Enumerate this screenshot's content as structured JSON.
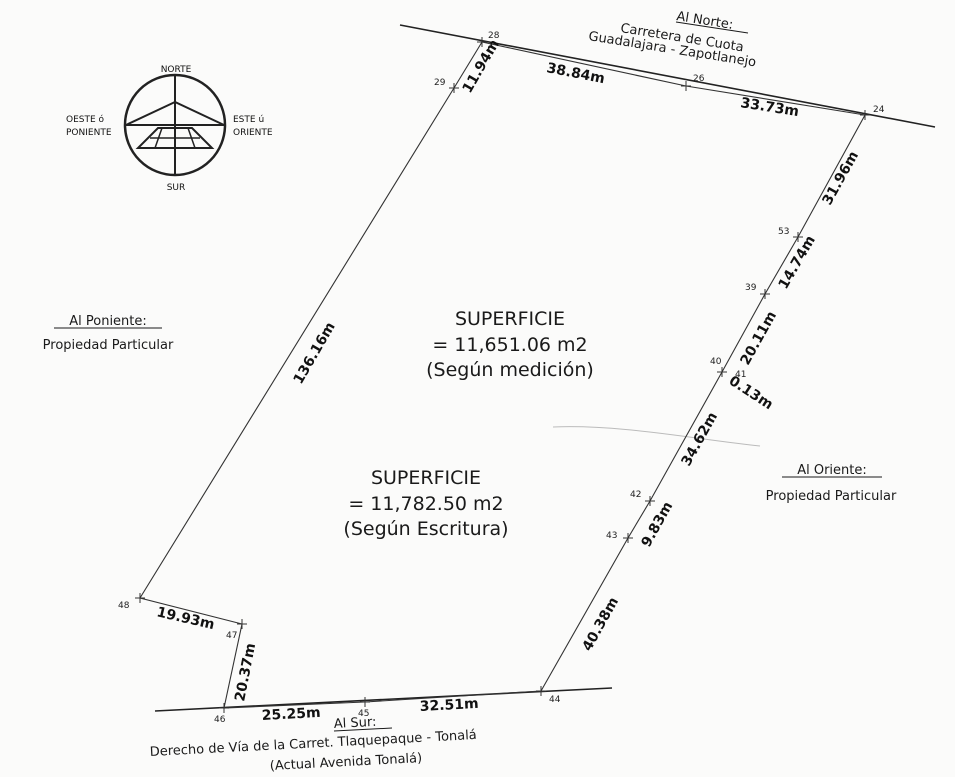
{
  "map": {
    "compass": {
      "north": "NORTE",
      "south": "SUR",
      "west_line1": "OESTE ó",
      "west_line2": "PONIENTE",
      "east_line1": "ESTE ú",
      "east_line2": "ORIENTE"
    },
    "boundaries": {
      "north_heading": "Al Norte:",
      "north_line1": "Carretera de Cuota",
      "north_line2": "Guadalajara - Zapotlanejo",
      "west_heading": "Al Poniente:",
      "west_desc": "Propiedad Particular",
      "east_heading": "Al Oriente:",
      "east_desc": "Propiedad Particular",
      "south_heading": "Al Sur:",
      "south_line1": "Derecho de Vía de la Carret. Tlaquepaque - Tonalá",
      "south_line2": "(Actual Avenida Tonalá)"
    },
    "areas": {
      "measured_title": "SUPERFICIE",
      "measured_value": "= 11,651.06 m2",
      "measured_note": "(Según medición)",
      "deed_title": "SUPERFICIE",
      "deed_value": "= 11,782.50 m2",
      "deed_note": "(Según Escritura)"
    },
    "points": [
      "28",
      "29",
      "26",
      "24",
      "53",
      "39",
      "40",
      "41",
      "42",
      "43",
      "44",
      "45",
      "46",
      "47",
      "48"
    ],
    "measurements": {
      "m_28_29": "11.94m",
      "m_28_26": "38.84m",
      "m_26_24": "33.73m",
      "m_24_53": "31.96m",
      "m_53_39": "14.74m",
      "m_39_40": "20.11m",
      "m_40_41": "0.13m",
      "m_41_42": "34.62m",
      "m_42_43": "9.83m",
      "m_43_44": "40.38m",
      "m_44_45": "32.51m",
      "m_45_46": "25.25m",
      "m_46_47": "20.37m",
      "m_47_48": "19.93m",
      "m_48_29": "136.16m"
    }
  }
}
